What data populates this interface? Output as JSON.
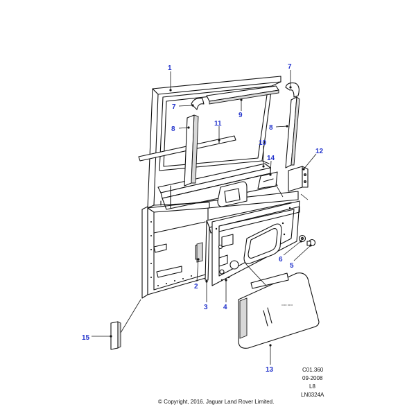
{
  "callouts": [
    {
      "id": "1",
      "label": "1"
    },
    {
      "id": "2",
      "label": "2"
    },
    {
      "id": "3",
      "label": "3"
    },
    {
      "id": "4",
      "label": "4"
    },
    {
      "id": "5",
      "label": "5"
    },
    {
      "id": "6",
      "label": "6"
    },
    {
      "id": "7a",
      "label": "7"
    },
    {
      "id": "7b",
      "label": "7"
    },
    {
      "id": "8a",
      "label": "8"
    },
    {
      "id": "8b",
      "label": "8"
    },
    {
      "id": "9",
      "label": "9"
    },
    {
      "id": "10",
      "label": "10"
    },
    {
      "id": "11",
      "label": "11"
    },
    {
      "id": "12",
      "label": "12"
    },
    {
      "id": "13",
      "label": "13"
    },
    {
      "id": "14",
      "label": "14"
    },
    {
      "id": "15",
      "label": "15"
    }
  ],
  "meta": {
    "ref_code": "C01.360",
    "date": "09-2008",
    "model": "L8",
    "drawing_number": "LN0324A"
  },
  "copyright": "© Copyright, 2016. Jaguar Land Rover Limited.",
  "colors": {
    "callout": "#2233cc",
    "line": "#111111"
  }
}
